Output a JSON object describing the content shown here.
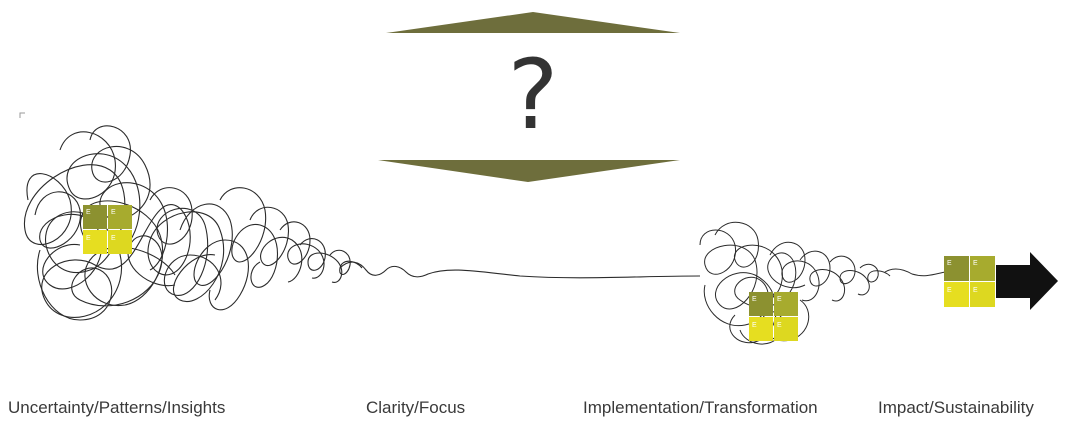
{
  "question_mark": "?",
  "colors": {
    "triangle": "#6e6e3c",
    "squiggle": "#2b2b2b",
    "arrow": "#111111",
    "tile_olive": "#8c9130",
    "tile_lime": "#c8c82a",
    "tile_yellow": "#e6de20",
    "tile_yellow2": "#ddd820"
  },
  "stages": [
    {
      "label": "Uncertainty/Patterns/Insights"
    },
    {
      "label": "Clarity/Focus"
    },
    {
      "label": "Implementation/Transformation"
    },
    {
      "label": "Impact/Sustainability"
    }
  ],
  "icons": [
    "decorative-tile-cluster",
    "arrow-right-icon"
  ]
}
